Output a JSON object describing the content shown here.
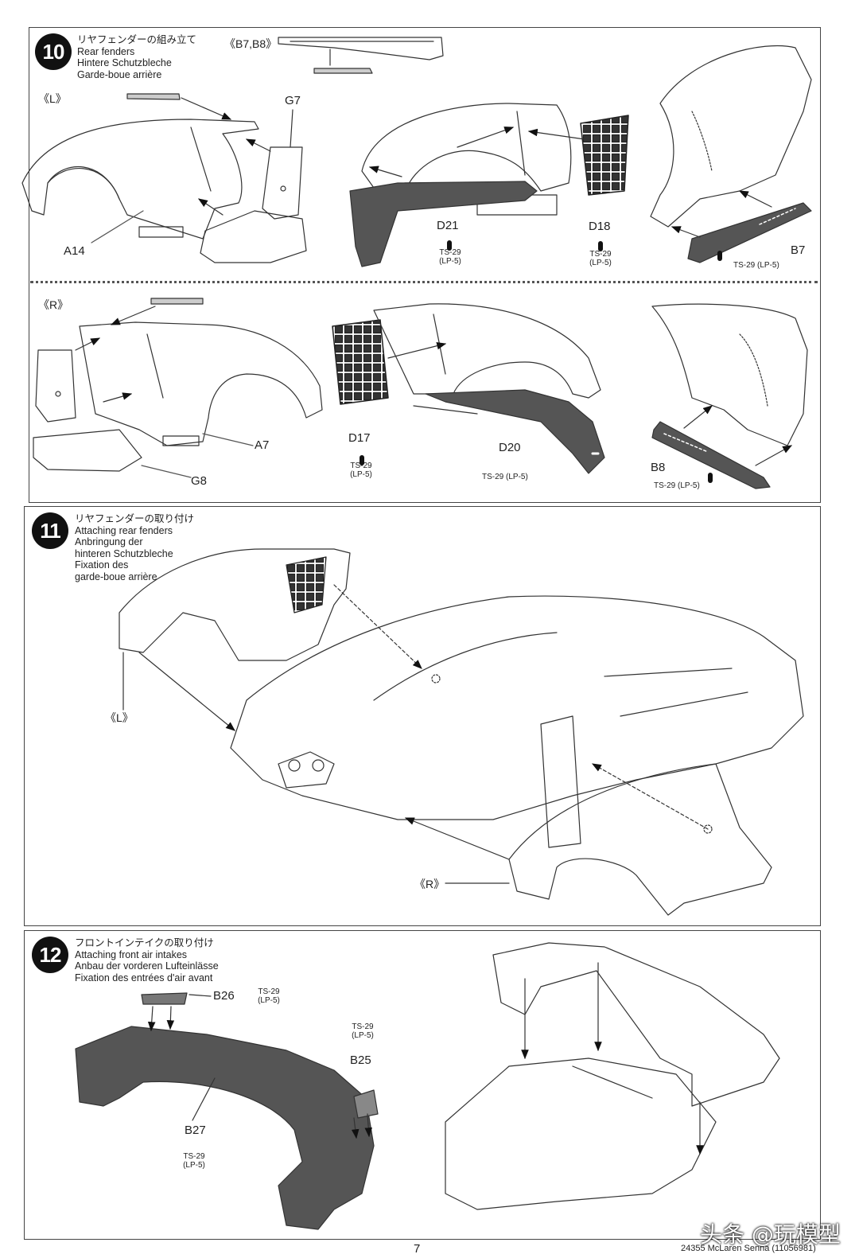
{
  "step10": {
    "number": "10",
    "title_jp": "リヤフェンダーの組み立て",
    "title_en": "Rear fenders",
    "title_de": "Hintere Schutzbleche",
    "title_fr": "Garde-boue arrière",
    "parts_ref": "《B7,B8》",
    "left_tag": "《L》",
    "right_tag": "《R》",
    "labels": {
      "G7": "G7",
      "A14": "A14",
      "D21": "D21",
      "D18": "D18",
      "B7": "B7",
      "A7": "A7",
      "G8": "G8",
      "D17": "D17",
      "D20": "D20",
      "B8": "B8"
    },
    "paint": {
      "d21": [
        "TS-29",
        "(LP-5)"
      ],
      "d18": [
        "TS-29",
        "(LP-5)"
      ],
      "b7": "TS-29 (LP-5)",
      "d17": [
        "TS-29",
        "(LP-5)"
      ],
      "d20": "TS-29 (LP-5)",
      "b8": "TS-29 (LP-5)"
    }
  },
  "step11": {
    "number": "11",
    "title_jp": "リヤフェンダーの取り付け",
    "title_en": "Attaching rear fenders",
    "title_de1": "Anbringung der",
    "title_de2": "hinteren Schutzbleche",
    "title_fr1": "Fixation des",
    "title_fr2": "garde-boue arrière",
    "left_tag": "《L》",
    "right_tag": "《R》"
  },
  "step12": {
    "number": "12",
    "title_jp": "フロントインテイクの取り付け",
    "title_en": "Attaching front air intakes",
    "title_de": "Anbau der vorderen Lufteinlässe",
    "title_fr": "Fixation des entrées d'air avant",
    "labels": {
      "B26": "B26",
      "B25": "B25",
      "B27": "B27"
    },
    "paint": {
      "b26": [
        "TS-29",
        "(LP-5)"
      ],
      "b25": [
        "TS-29",
        "(LP-5)"
      ],
      "b27": [
        "TS-29",
        "(LP-5)"
      ]
    }
  },
  "footer": {
    "page_number": "7",
    "product_code": "24355 McLaren Senna (11056981)"
  },
  "watermark": {
    "text": "头条 @玩模型"
  }
}
